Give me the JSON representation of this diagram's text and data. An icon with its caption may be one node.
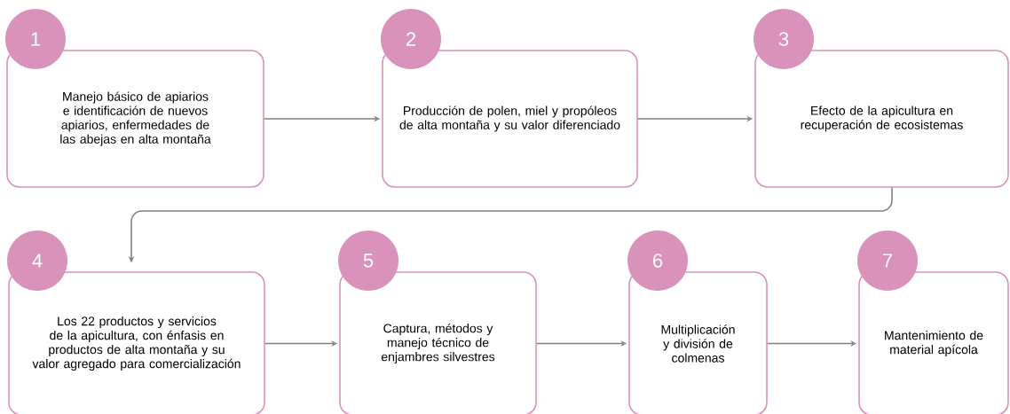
{
  "diagram": {
    "nodes": [
      {
        "text": [
          "1",
          "Manejo básico de apiarios e identificación de nuevos apiarios, enfermedades de las abejas en alta montaña"
        ]
      },
      {
        "text": [
          "2",
          "Producción de polen, miel y propóleos de alta montaña y su valor diferenciado"
        ]
      },
      {
        "text": [
          "3",
          "Efecto de la apicultura en recuperación de ecosistemas"
        ]
      },
      {
        "text": [
          "4",
          "Los 22 productos y servicios de la apicultura, con énfasis en productos de alta montaña y su valor agregado para comercialización"
        ]
      },
      {
        "text": [
          "5",
          "Captura, métodos y manejo técnico de enjambres silvestres"
        ]
      },
      {
        "text": [
          "6",
          "Multiplicación y división de colmenas"
        ]
      },
      {
        "text": [
          "7",
          "Mantenimiento de material apícola"
        ]
      }
    ],
    "edges": [
      {
        "from": 0,
        "to": 1,
        "arrow": "to"
      },
      {
        "from": 1,
        "to": 2,
        "arrow": "to"
      },
      {
        "from": 2,
        "to": 3,
        "arrow": "to"
      },
      {
        "from": 3,
        "to": 4,
        "arrow": "to"
      },
      {
        "from": 4,
        "to": 5,
        "arrow": "to"
      },
      {
        "from": 5,
        "to": 6,
        "arrow": "to"
      }
    ]
  }
}
